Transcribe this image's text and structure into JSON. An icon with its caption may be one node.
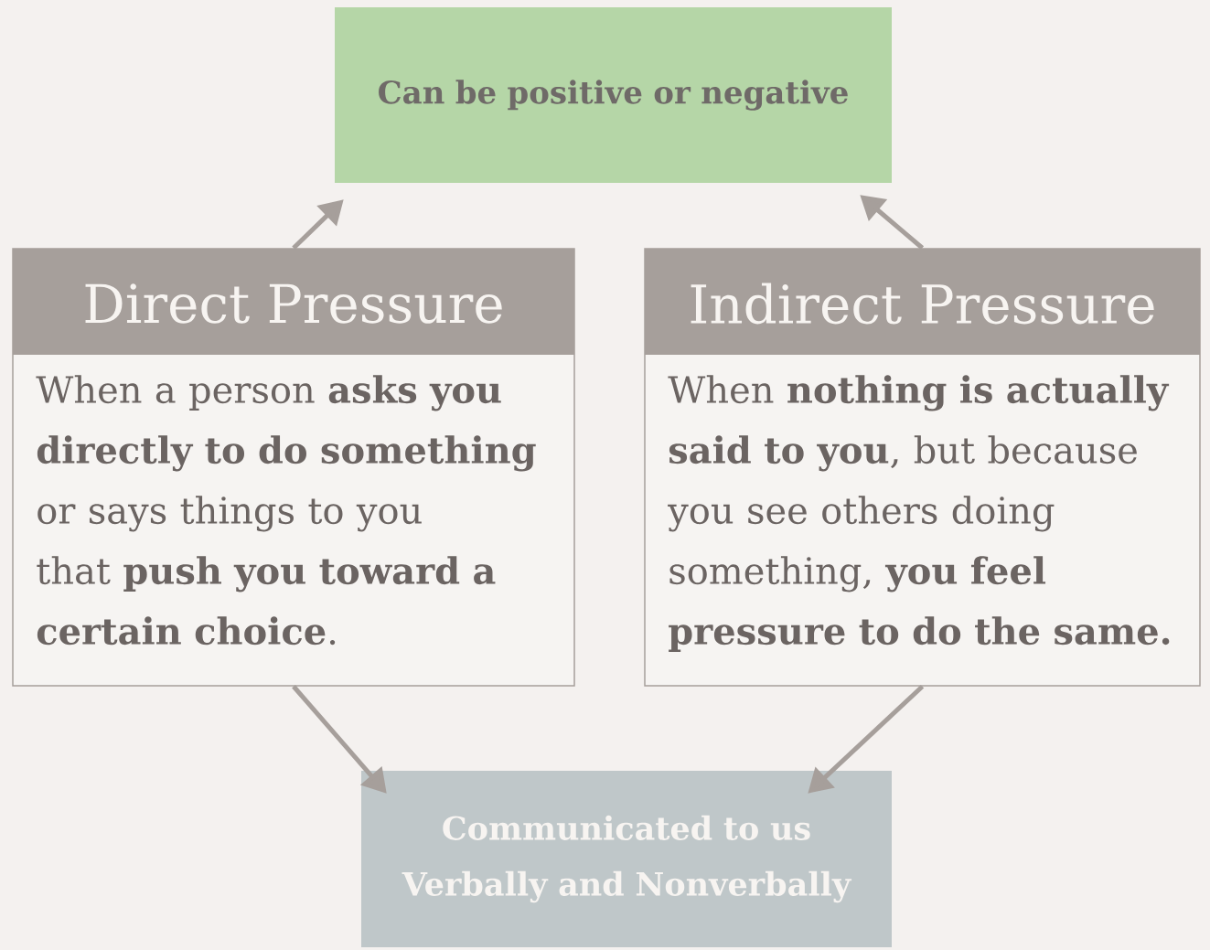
{
  "diagram": {
    "nodes": [
      {
        "text": [
          "Can be positive or negative"
        ]
      },
      {
        "text": [
          "Direct Pressure",
          "When a person **asks you directly to do something** or says things to you that **push you toward a certain choice**."
        ]
      },
      {
        "text": [
          "Indirect Pressure",
          "When **nothing is actually said to you**, but because you see others doing something, **you feel pressure to do the same.**"
        ]
      },
      {
        "text": [
          "Communicated to us Verbally and Nonverbally"
        ]
      }
    ],
    "edges": [
      {
        "from": 1,
        "to": 0,
        "arrow": "to"
      },
      {
        "from": 2,
        "to": 0,
        "arrow": "to"
      },
      {
        "from": 1,
        "to": 3,
        "arrow": "to"
      },
      {
        "from": 2,
        "to": 3,
        "arrow": "to"
      }
    ]
  }
}
